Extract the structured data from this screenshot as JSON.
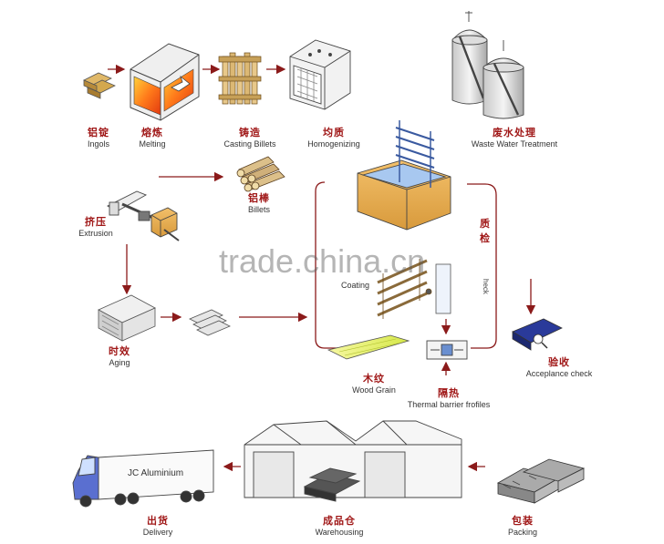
{
  "steps": {
    "ingots": {
      "zh": "铝锭",
      "en": "Ingols"
    },
    "melting": {
      "zh": "熔炼",
      "en": "Melting"
    },
    "casting": {
      "zh": "铸造",
      "en": "Casting  Billets"
    },
    "homogenizing": {
      "zh": "均质",
      "en": "Homogenizing"
    },
    "waste_water": {
      "zh": "废水处理",
      "en": "Waste  Water  Treatment"
    },
    "billets": {
      "zh": "铝棒",
      "en": "Billets"
    },
    "extrusion": {
      "zh": "挤压",
      "en": "Extrusion"
    },
    "aging": {
      "zh": "时效",
      "en": "Aging"
    },
    "coating": {
      "en": "Coating"
    },
    "wood_grain": {
      "zh": "木纹",
      "en": "Wood  Grain"
    },
    "thermal_barrier": {
      "zh": "隔热",
      "en": "Thermal  barrier  frofiles"
    },
    "acceptance": {
      "zh": "验收",
      "en": "Acceplance  check"
    },
    "packing": {
      "zh": "包装",
      "en": "Packing"
    },
    "warehousing": {
      "zh": "成品仓",
      "en": "Warehousing"
    },
    "delivery": {
      "zh": "出货",
      "en": "Delivery"
    }
  },
  "quality_check": {
    "zh_1": "质",
    "zh_2": "检",
    "en_fragment": "heck"
  },
  "truck": {
    "brand": "JC  Aluminium"
  },
  "watermark": {
    "text": "trade.china.cn"
  }
}
